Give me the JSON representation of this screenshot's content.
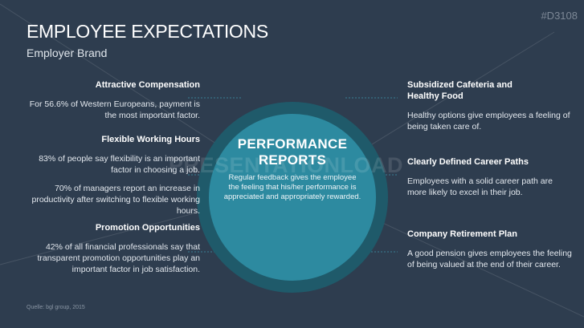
{
  "slide": {
    "title": "EMPLOYEE EXPECTATIONS",
    "subtitle": "Employer Brand",
    "code": "#D3108",
    "source": "Quelle: bgl group, 2015",
    "watermark": "PRESENTATIONLOAD"
  },
  "center": {
    "title_line1": "PERFORMANCE",
    "title_line2": "REPORTS",
    "body": "Regular feedback gives the employee the feeling that his/her performance is appreciated and appropriately rewarded."
  },
  "left": [
    {
      "title": "Attractive Compensation",
      "texts": [
        "For 56.6% of Western Europeans, payment is the most important factor."
      ]
    },
    {
      "title": "Flexible Working Hours",
      "texts": [
        "83% of people say flexibility is an important factor in choosing a job.",
        "70% of managers report an increase in productivity after switching to flexible working hours."
      ]
    },
    {
      "title": "Promotion Opportunities",
      "texts": [
        "42% of all financial professionals say that transparent promotion opportunities play an important factor in job satisfaction."
      ]
    }
  ],
  "right": [
    {
      "title": "Subsidized Cafeteria and Healthy Food",
      "texts": [
        "Healthy options give employees a feeling of being taken care of."
      ]
    },
    {
      "title": "Clearly Defined Career Paths",
      "texts": [
        "Employees with a solid career path are more likely to excel in their job."
      ]
    },
    {
      "title": "Company Retirement Plan",
      "texts": [
        "A good pension gives employees the feeling of being valued at the end of their career."
      ]
    }
  ],
  "colors": {
    "background": "#2e3d4f",
    "ring": "#1f5a6a",
    "circle": "#2d8aa0"
  }
}
